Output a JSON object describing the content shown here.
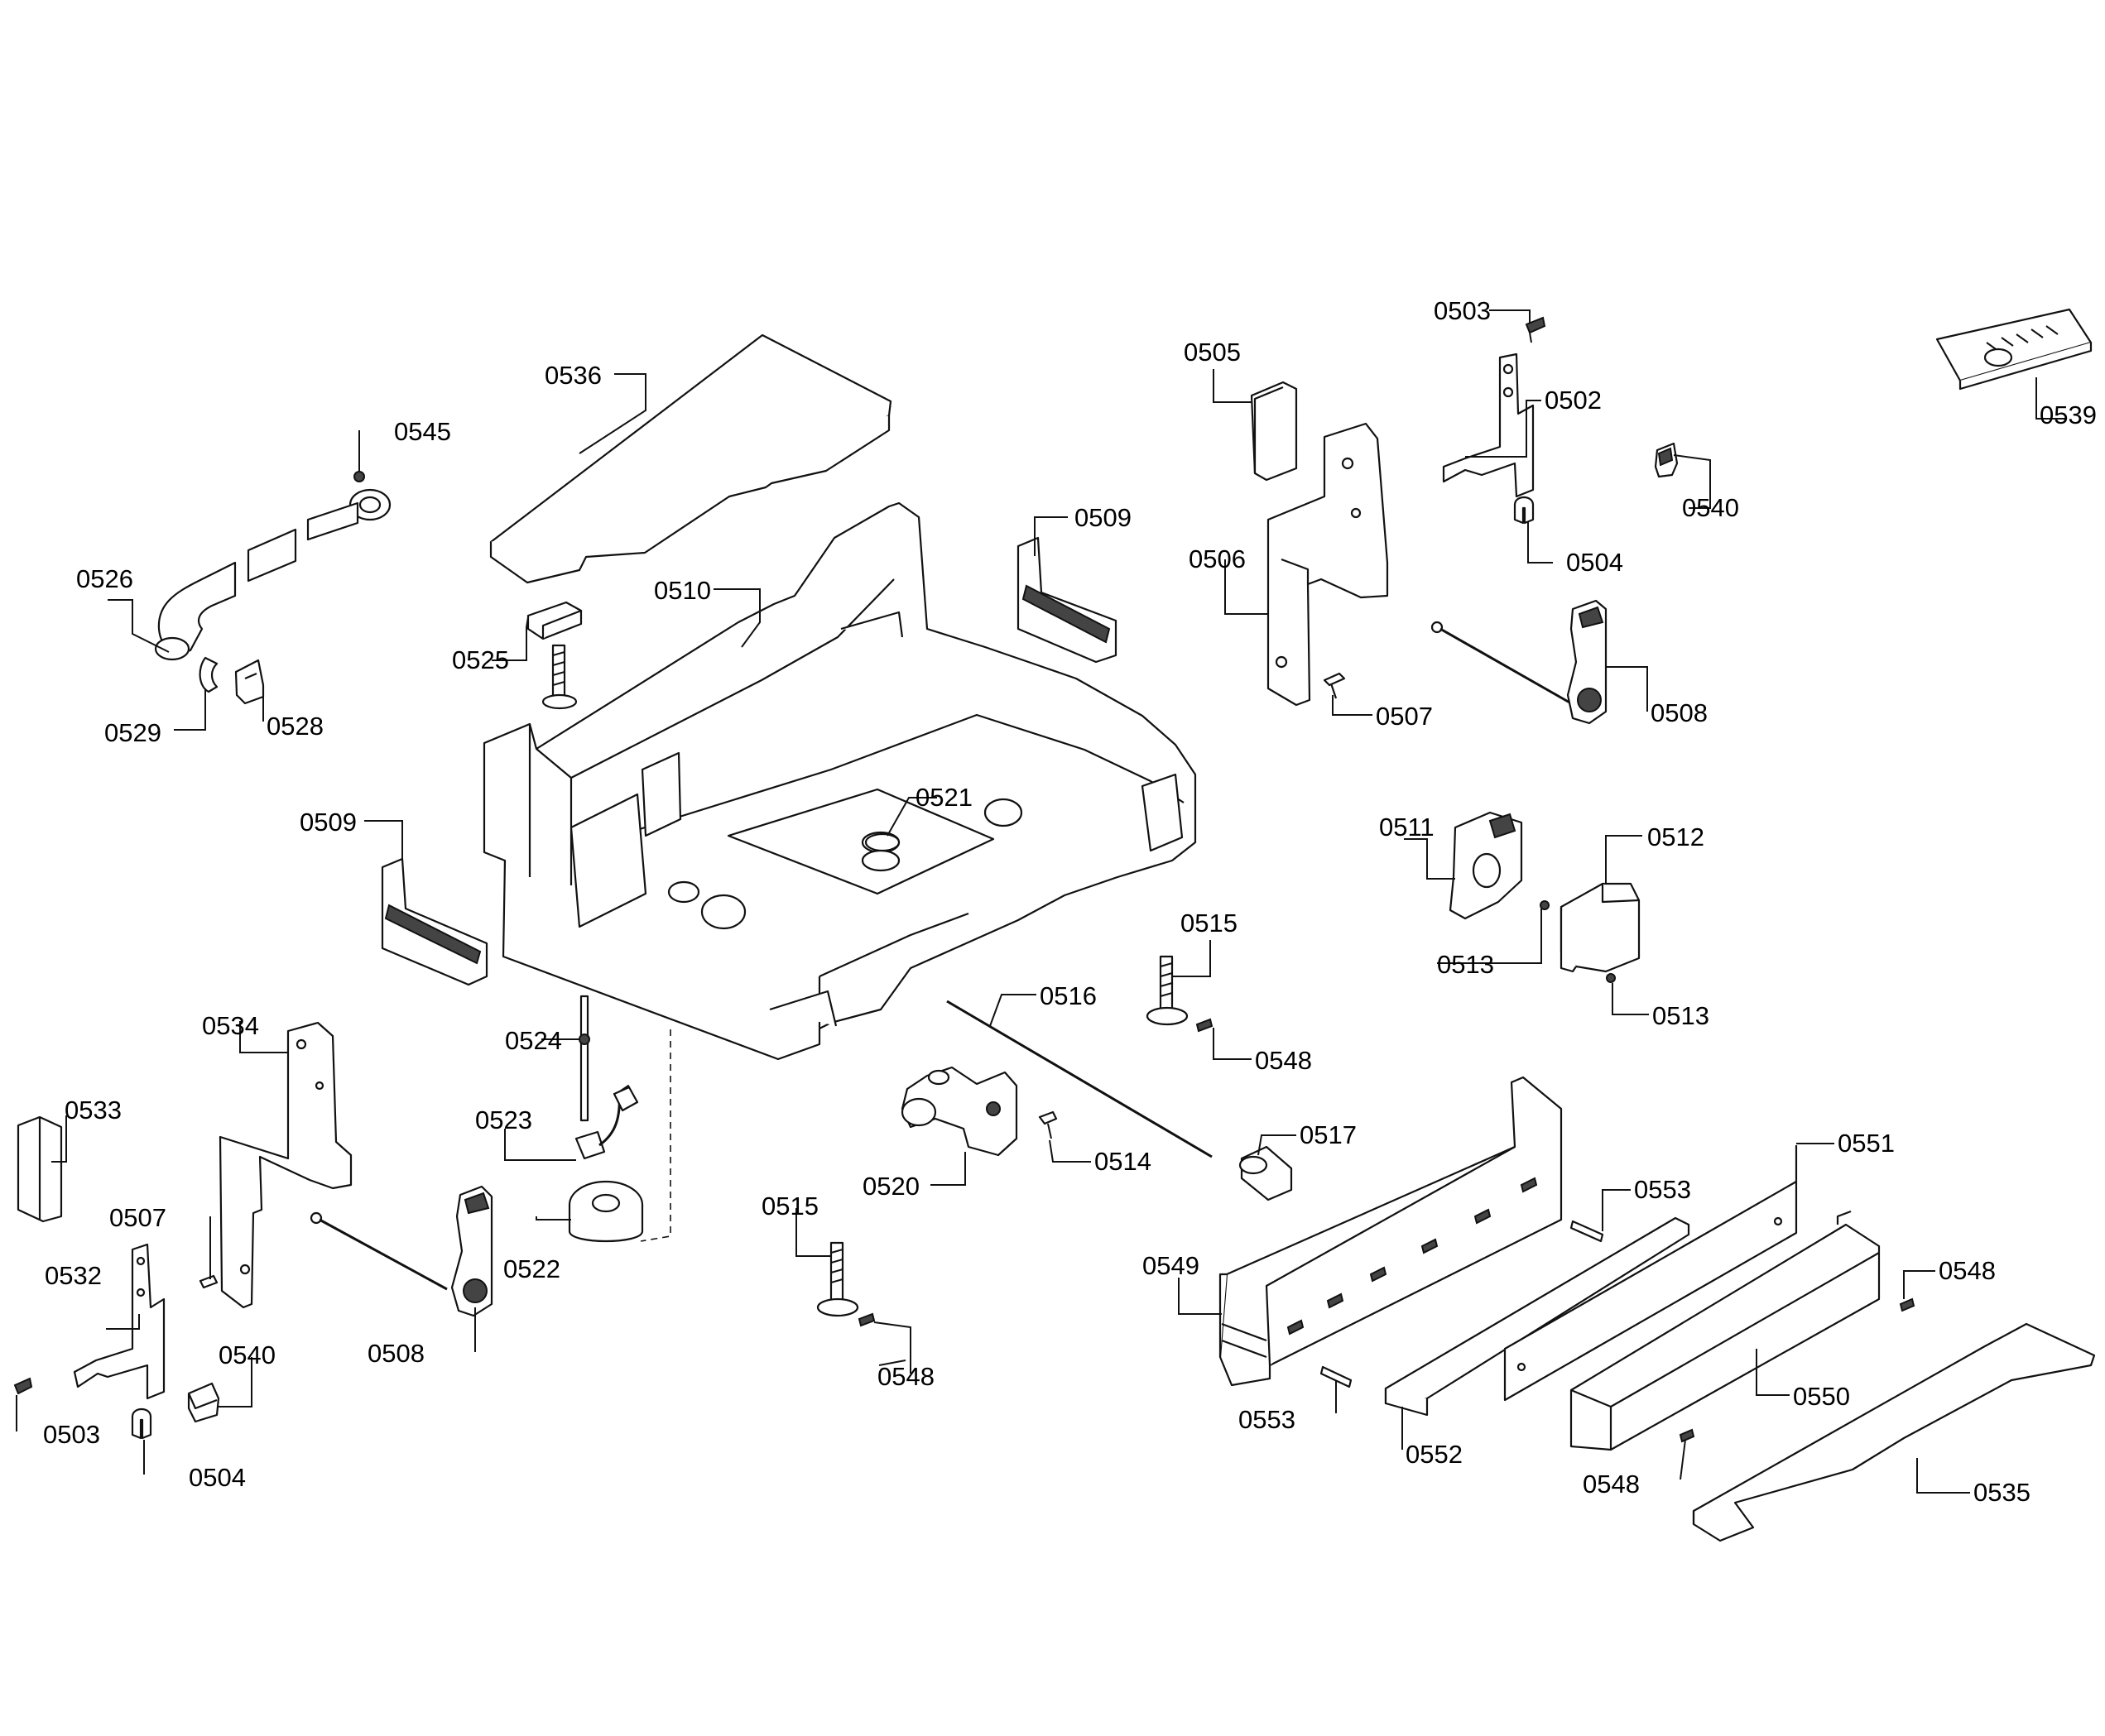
{
  "callouts": [
    {
      "id": "0503a",
      "label": "0503"
    },
    {
      "id": "0505",
      "label": "0505"
    },
    {
      "id": "0502",
      "label": "0502"
    },
    {
      "id": "0539",
      "label": "0539"
    },
    {
      "id": "0536",
      "label": "0536"
    },
    {
      "id": "0545",
      "label": "0545"
    },
    {
      "id": "0509a",
      "label": "0509"
    },
    {
      "id": "0540a",
      "label": "0540"
    },
    {
      "id": "0506",
      "label": "0506"
    },
    {
      "id": "0504a",
      "label": "0504"
    },
    {
      "id": "0526",
      "label": "0526"
    },
    {
      "id": "0510",
      "label": "0510"
    },
    {
      "id": "0525",
      "label": "0525"
    },
    {
      "id": "0528",
      "label": "0528"
    },
    {
      "id": "0529",
      "label": "0529"
    },
    {
      "id": "0507a",
      "label": "0507"
    },
    {
      "id": "0508a",
      "label": "0508"
    },
    {
      "id": "0521",
      "label": "0521"
    },
    {
      "id": "0509b",
      "label": "0509"
    },
    {
      "id": "0511",
      "label": "0511"
    },
    {
      "id": "0512",
      "label": "0512"
    },
    {
      "id": "0515a",
      "label": "0515"
    },
    {
      "id": "0513a",
      "label": "0513"
    },
    {
      "id": "0513b",
      "label": "0513"
    },
    {
      "id": "0516",
      "label": "0516"
    },
    {
      "id": "0534",
      "label": "0534"
    },
    {
      "id": "0524",
      "label": "0524"
    },
    {
      "id": "0548a",
      "label": "0548"
    },
    {
      "id": "0533",
      "label": "0533"
    },
    {
      "id": "0523",
      "label": "0523"
    },
    {
      "id": "0517",
      "label": "0517"
    },
    {
      "id": "0514",
      "label": "0514"
    },
    {
      "id": "0551",
      "label": "0551"
    },
    {
      "id": "0520",
      "label": "0520"
    },
    {
      "id": "0553a",
      "label": "0553"
    },
    {
      "id": "0507b",
      "label": "0507"
    },
    {
      "id": "0515b",
      "label": "0515"
    },
    {
      "id": "0522",
      "label": "0522"
    },
    {
      "id": "0549",
      "label": "0549"
    },
    {
      "id": "0548b",
      "label": "0548"
    },
    {
      "id": "0532",
      "label": "0532"
    },
    {
      "id": "0540b",
      "label": "0540"
    },
    {
      "id": "0508b",
      "label": "0508"
    },
    {
      "id": "0548c",
      "label": "0548"
    },
    {
      "id": "0550",
      "label": "0550"
    },
    {
      "id": "0553b",
      "label": "0553"
    },
    {
      "id": "0503b",
      "label": "0503"
    },
    {
      "id": "0552",
      "label": "0552"
    },
    {
      "id": "0504b",
      "label": "0504"
    },
    {
      "id": "0548d",
      "label": "0548"
    },
    {
      "id": "0535",
      "label": "0535"
    }
  ]
}
